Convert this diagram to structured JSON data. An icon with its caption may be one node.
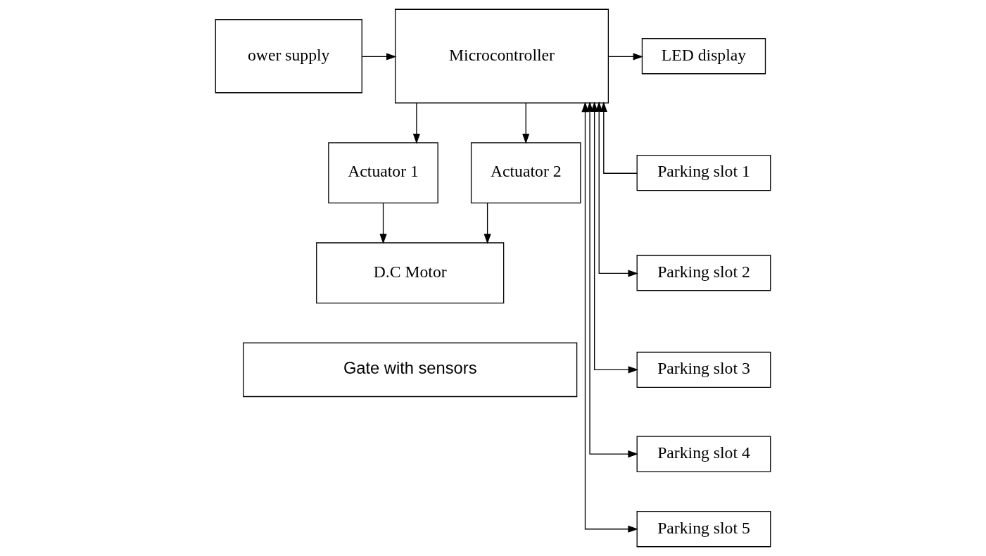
{
  "diagram": {
    "nodes": [
      {
        "text": [
          "Microcontroller"
        ]
      },
      {
        "text": [
          "LED display"
        ]
      },
      {
        "text": [
          "Parking slot 1"
        ]
      },
      {
        "text": [
          "ower supply"
        ]
      },
      {
        "text": [
          "Actuator 1"
        ]
      },
      {
        "text": [
          "Actuator 2"
        ]
      },
      {
        "text": [
          "Parking slot 2"
        ]
      },
      {
        "text": [
          "Parking slot 3"
        ]
      },
      {
        "text": [
          "Parking slot 4"
        ]
      },
      {
        "text": [
          "Parking slot 5"
        ]
      },
      {
        "text": [
          "D.C Motor"
        ]
      },
      {
        "text": [
          "Gate with sensors"
        ]
      }
    ],
    "edges": [
      {
        "from": 3,
        "to": 0,
        "arrow": "to"
      },
      {
        "from": 0,
        "to": 1,
        "arrow": "to"
      },
      {
        "from": 2,
        "to": 0,
        "arrow": "to"
      },
      {
        "from": 6,
        "to": 0,
        "arrow": "both"
      },
      {
        "from": 7,
        "to": 0,
        "arrow": "both"
      },
      {
        "from": 8,
        "to": 0,
        "arrow": "both"
      },
      {
        "from": 9,
        "to": 0,
        "arrow": "both"
      },
      {
        "from": 0,
        "to": 4,
        "arrow": "to"
      },
      {
        "from": 0,
        "to": 5,
        "arrow": "to"
      },
      {
        "from": 4,
        "to": 10,
        "arrow": "to"
      },
      {
        "from": 5,
        "to": 10,
        "arrow": "to"
      }
    ]
  }
}
